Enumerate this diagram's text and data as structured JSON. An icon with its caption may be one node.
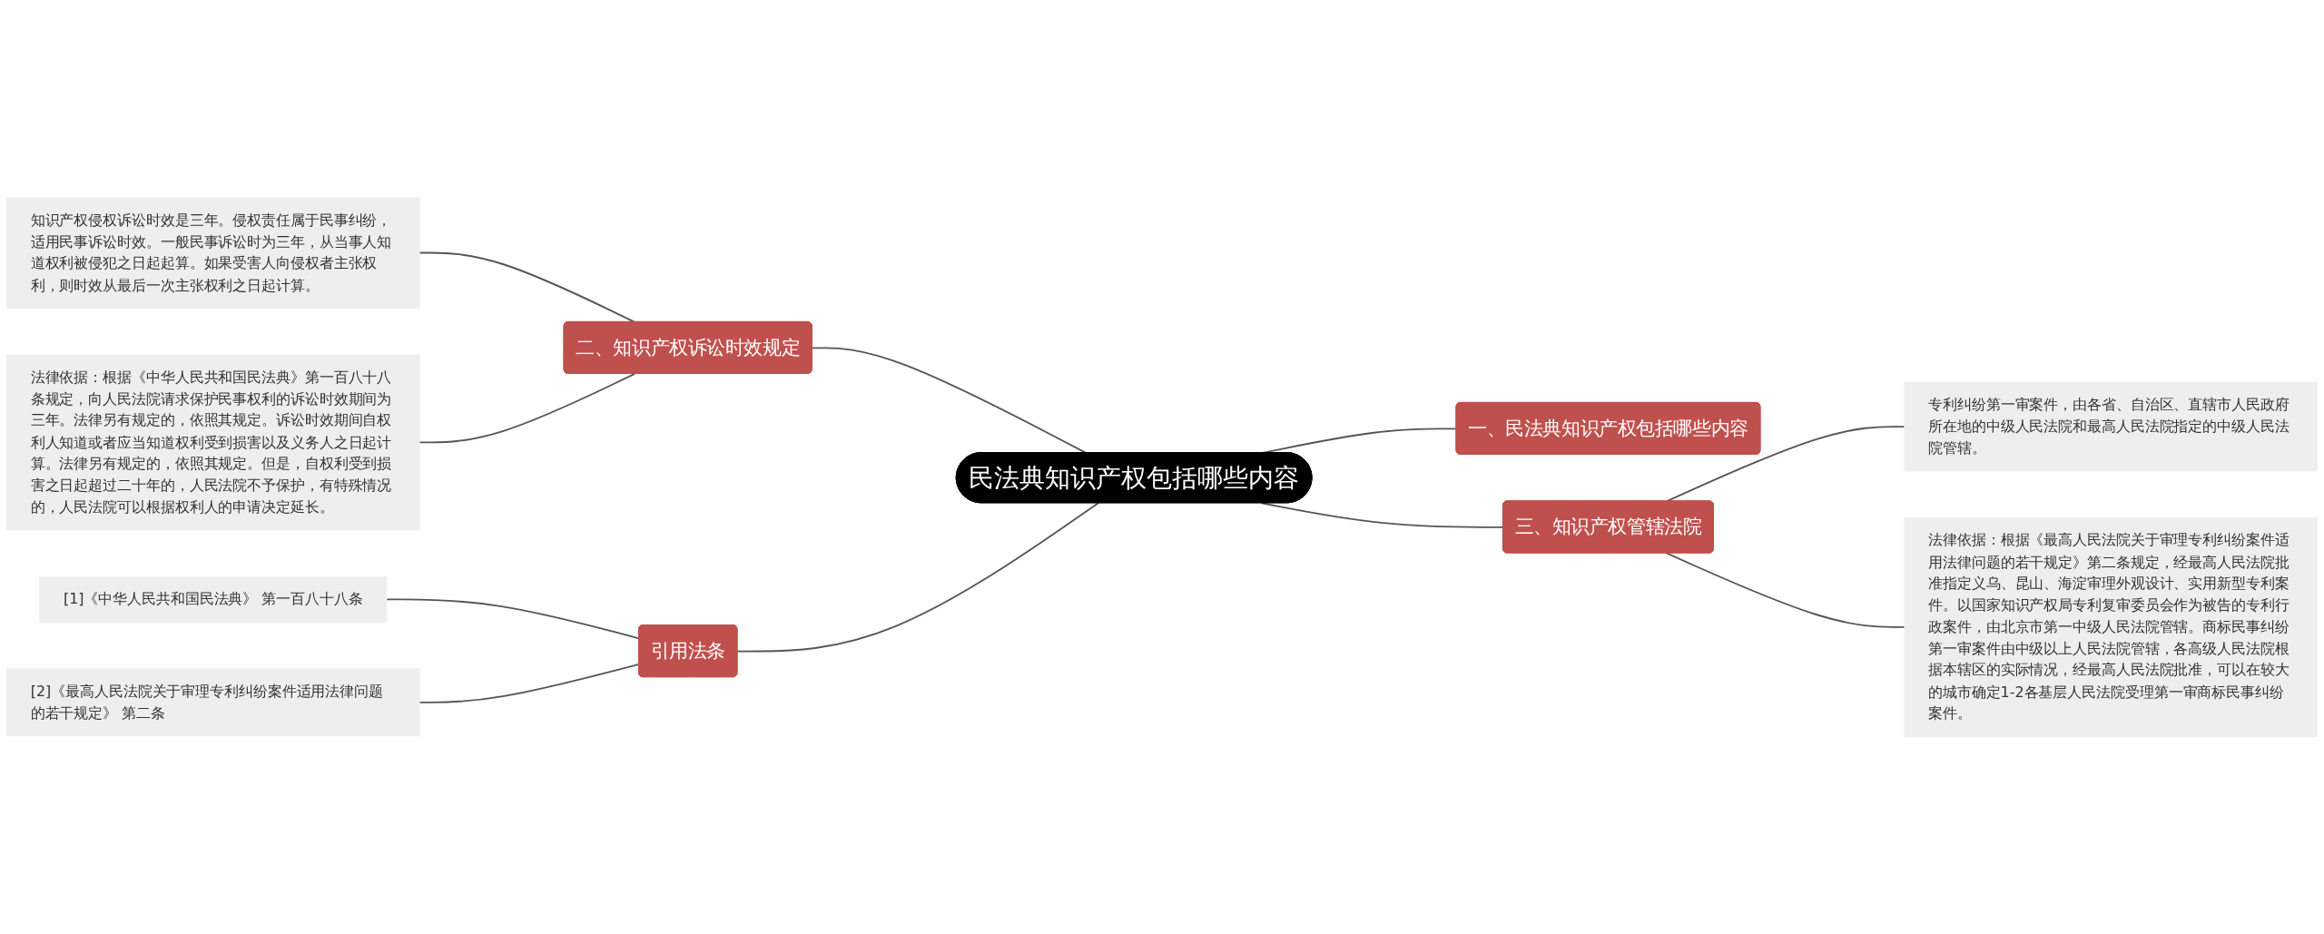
{
  "diagram": {
    "nodes": [
      {
        "text": [
          "民法典知识产权包括哪些内容"
        ]
      },
      {
        "text": [
          "一、民法典知识产权包括哪些内容"
        ]
      },
      {
        "text": [
          "二、知识产权诉讼时效规定"
        ]
      },
      {
        "text": [
          "知识产权侵权诉讼时效是三年。侵权责任属于民事纠纷，适用民事诉讼时效。一般民事诉讼时为三年，从当事人知道权利被侵犯之日起起算。如果受害人向侵权者主张权利，则时效从最后一次主张权利之日起计算。"
        ]
      },
      {
        "text": [
          "法律依据：根据《中华人民共和国民法典》第一百八十八条规定，向人民法院请求保护民事权利的诉讼时效期间为三年。法律另有规定的，依照其规定。诉讼时效期间自权利人知道或者应当知道权利受到损害以及义务人之日起计算。法律另有规定的，依照其规定。但是，自权利受到损害之日起超过二十年的，人民法院不予保护，有特殊情况的，人民法院可以根据权利人的申请决定延长。"
        ]
      },
      {
        "text": [
          "三、知识产权管辖法院"
        ]
      },
      {
        "text": [
          "专利纠纷第一审案件，由各省、自治区、直辖市人民政府所在地的中级人民法院和最高人民法院指定的中级人民法院管辖。"
        ]
      },
      {
        "text": [
          "法律依据：根据《最高人民法院关于审理专利纠纷案件适用法律问题的若干规定》第二条规定，经最高人民法院批准指定义乌、昆山、海淀审理外观设计、实用新型专利案件。以国家知识产权局专利复审委员会作为被告的专利行政案件，由北京市第一中级人民法院管辖。商标民事纠纷第一审案件由中级以上人民法院管辖，各高级人民法院根据本辖区的实际情况，经最高人民法院批准，可以在较大的城市确定1-2各基层人民法院受理第一审商标民事纠纷案件。"
        ]
      },
      {
        "text": [
          "引用法条"
        ]
      },
      {
        "text": [
          "[1]《中华人民共和国民法典》 第一百八十八条"
        ]
      },
      {
        "text": [
          "[2]《最高人民法院关于审理专利纠纷案件适用法律问题的若干规定》 第二条"
        ]
      }
    ],
    "edges": [
      {
        "from": 0,
        "to": 1,
        "arrow": "none"
      },
      {
        "from": 0,
        "to": 2,
        "arrow": "none"
      },
      {
        "from": 2,
        "to": 3,
        "arrow": "none"
      },
      {
        "from": 2,
        "to": 4,
        "arrow": "none"
      },
      {
        "from": 0,
        "to": 5,
        "arrow": "none"
      },
      {
        "from": 5,
        "to": 6,
        "arrow": "none"
      },
      {
        "from": 5,
        "to": 7,
        "arrow": "none"
      },
      {
        "from": 0,
        "to": 8,
        "arrow": "none"
      },
      {
        "from": 8,
        "to": 9,
        "arrow": "none"
      },
      {
        "from": 8,
        "to": 10,
        "arrow": "none"
      }
    ]
  }
}
